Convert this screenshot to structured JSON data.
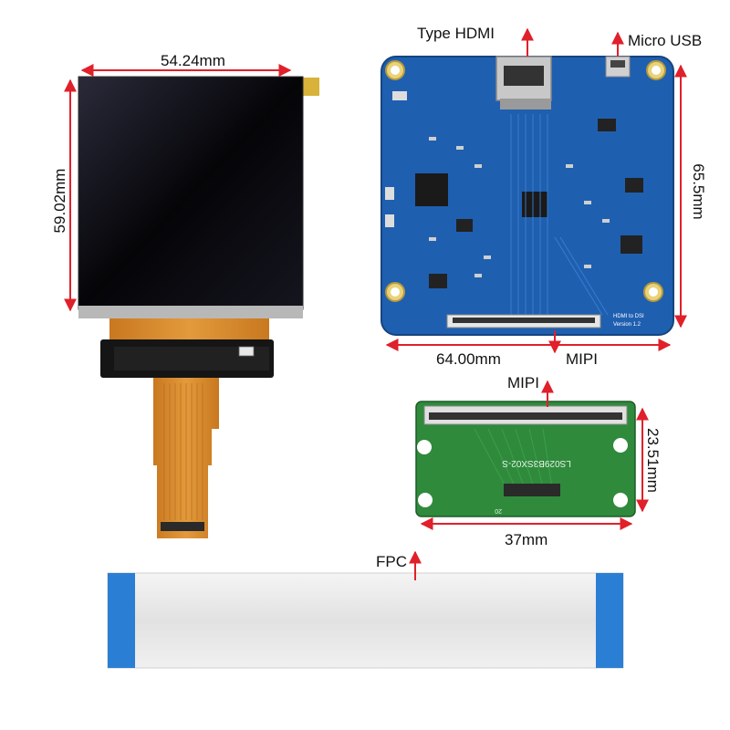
{
  "labels": {
    "lcd_width": "54.24mm",
    "lcd_height": "59.02mm",
    "hdmi_port": "Type HDMI",
    "usb_port": "Micro USB",
    "board_height": "65.5mm",
    "board_width": "64.00mm",
    "board_mipi": "MIPI",
    "adapter_mipi": "MIPI",
    "adapter_height": "23.51mm",
    "adapter_width": "37mm",
    "fpc": "FPC"
  },
  "silkscreen": {
    "board_name_1": "HDMI to DSI",
    "board_name_2": "Version 1.2",
    "adapter_part": "LS029B3SX02-S",
    "adapter_pin": "20"
  },
  "colors": {
    "dimension_arrow": "#e0202a",
    "pcb_blue": "#1f5fb0",
    "pcb_green": "#2f8a3c",
    "flex_orange": "#d9892b",
    "fpc_blue": "#2a7fd4"
  }
}
